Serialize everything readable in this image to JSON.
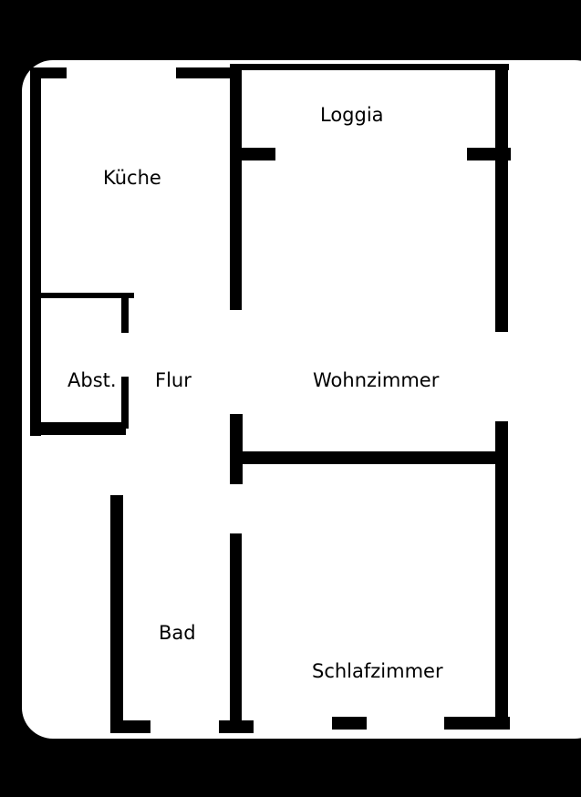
{
  "plan": {
    "rooms": {
      "kueche": "Küche",
      "loggia": "Loggia",
      "abst": "Abst.",
      "flur": "Flur",
      "wohnzimmer": "Wohnzimmer",
      "bad": "Bad",
      "schlafzimmer": "Schlafzimmer"
    }
  },
  "colors": {
    "background": "#000000",
    "paper": "#ffffff",
    "walls": "#000000",
    "text": "#000000"
  }
}
